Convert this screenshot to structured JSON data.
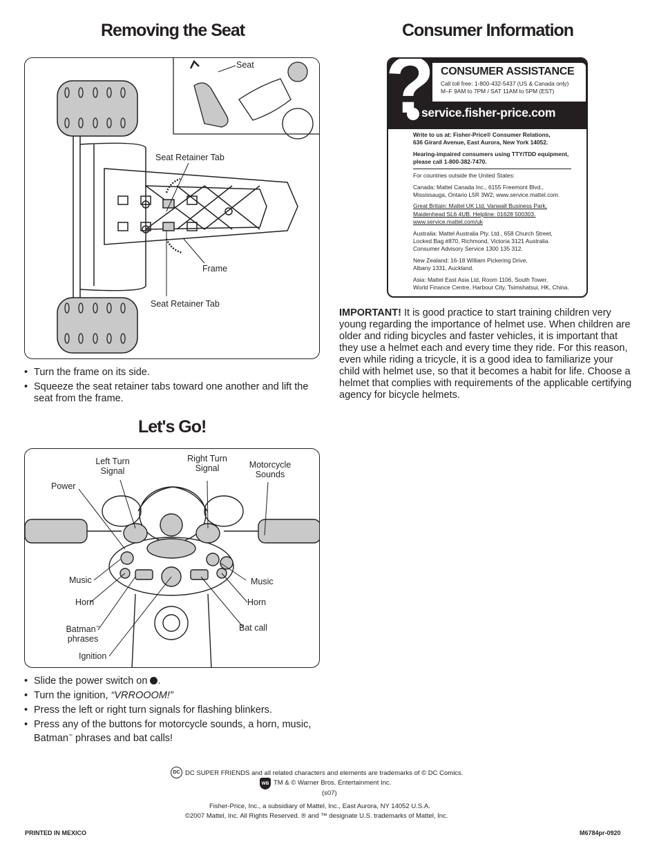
{
  "removing_seat": {
    "title": "Removing the Seat",
    "labels": {
      "seat": "Seat",
      "seat_retainer_tab_top": "Seat Retainer Tab",
      "frame": "Frame",
      "seat_retainer_tab_bottom": "Seat Retainer Tab"
    },
    "bullets": [
      "Turn the frame on its side.",
      "Squeeze the seat retainer tabs toward one another and lift the seat from the frame."
    ]
  },
  "lets_go": {
    "title": "Let's Go!",
    "labels": {
      "left_turn_signal": "Left Turn Signal",
      "right_turn_signal": "Right Turn Signal",
      "motorcycle_sounds": "Motorcycle Sounds",
      "power": "Power",
      "music_left": "Music",
      "music_right": "Music",
      "horn_left": "Horn",
      "horn_right": "Horn",
      "batman_phrases": "Batman",
      "batman_phrases_tm": "™",
      "batman_phrases_2": "phrases",
      "bat_call": "Bat call",
      "ignition": "Ignition"
    },
    "bullets": {
      "b1": "Slide the power switch on",
      "b1_end": ".",
      "b2": "Turn the ignition,",
      "b2_quote": "“VRROOOM!”",
      "b3": "Press the left or right turn signals for flashing blinkers.",
      "b4a": "Press any of the buttons for motorcycle sounds, a horn, music, Batman",
      "b4_tm": "™",
      "b4b": "phrases and bat calls!"
    }
  },
  "consumer_info": {
    "title": "Consumer Information",
    "box": {
      "heading": "CONSUMER ASSISTANCE",
      "line1": "Call toll free: 1-800-432-5437 (US & Canada only)",
      "line2": "M–F 9AM to 7PM / SAT 11AM to 5PM (EST)",
      "website": "service.fisher-price.com",
      "write1": "Write to us at: Fisher-Price® Consumer Relations,",
      "write2": "636 Girard Avenue, East Aurora, New York 14052.",
      "hear1": "Hearing-impaired consumers using TTY/TDD equipment,",
      "hear2": "please call 1-800-382-7470.",
      "outside": "For countries outside the United States:",
      "canada1": "Canada: Mattel Canada Inc., 6155 Freemont Blvd.,",
      "canada2": "Mississauga, Ontario L5R 3W2; www.service.mattel.com.",
      "gb1": "Great Britain: Mattel UK Ltd, Vanwall Business Park,",
      "gb2": "Maidenhead SL6 4UB. Helpline: 01628 500303.",
      "gb3": "www.service.mattel.com/uk",
      "aus1": "Australia: Mattel Australia Pty. Ltd., 658 Church Street,",
      "aus2": "Locked Bag #870, Richmond, Victoria 3121 Australia.",
      "aus3": "Consumer Advisory Service 1300 135 312.",
      "nz1": "New Zealand: 16-18 William Pickering Drive,",
      "nz2": "Albany 1331, Auckland.",
      "asia1": "Asia: Mattel East Asia Ltd, Room 1106, South Tower,",
      "asia2": "World Finance Centre, Harbour City, Tsimshatsui, HK, China."
    },
    "important_label": "IMPORTANT!",
    "important_text": "It is good practice to start training children very young regarding the importance of helmet use. When children are older and riding bicycles and faster vehicles, it is important that they use a helmet each and every time they ride. For this reason, even while riding a tricycle, it is a good idea to familiarize your child with helmet use, so that it becomes a habit for life. Choose a helmet that complies with requirements of the applicable certifying agency for bicycle helmets."
  },
  "footer": {
    "dc_logo": "DC",
    "dc_line": "DC SUPER FRIENDS and all related characters and elements are trademarks of © DC Comics.",
    "wb_logo": "WB",
    "wb_line": "TM & © Warner Bros. Entertainment Inc.",
    "code": "(s07)",
    "fp_line": "Fisher-Price, Inc., a subsidiary of Mattel, Inc., East Aurora, NY 14052 U.S.A.",
    "copyright": "©2007 Mattel, Inc. All Rights Reserved. ® and ™ designate U.S. trademarks of Mattel, Inc.",
    "printed": "PRINTED IN MEXICO",
    "part_number": "M6784pr-0920"
  }
}
